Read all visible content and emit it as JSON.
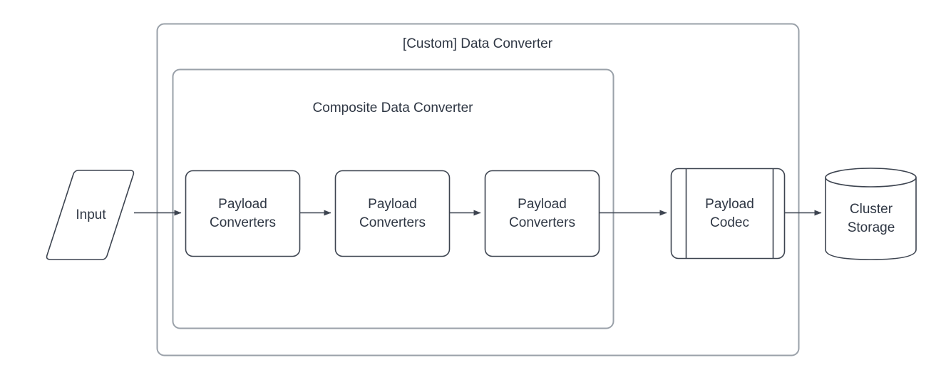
{
  "diagram": {
    "title_outer": "[Custom] Data Converter",
    "title_inner": "Composite Data Converter",
    "colors": {
      "container_stroke": "#9aa1a9",
      "shape_stroke": "#3d4450",
      "text": "#2f3744",
      "arrow": "#3d4450",
      "background": "#ffffff"
    },
    "nodes": {
      "input": {
        "label": "Input",
        "shape": "parallelogram"
      },
      "converter1": {
        "label": "Payload\nConverters",
        "shape": "rounded-rectangle"
      },
      "converter2": {
        "label": "Payload\nConverters",
        "shape": "rounded-rectangle"
      },
      "converter3": {
        "label": "Payload\nConverters",
        "shape": "rounded-rectangle"
      },
      "codec": {
        "label": "Payload\nCodec",
        "shape": "subroutine"
      },
      "storage": {
        "label": "Cluster\nStorage",
        "shape": "cylinder"
      }
    },
    "edges": [
      {
        "from": "input",
        "to": "converter1",
        "arrow": "solid"
      },
      {
        "from": "converter1",
        "to": "converter2",
        "arrow": "solid"
      },
      {
        "from": "converter2",
        "to": "converter3",
        "arrow": "solid"
      },
      {
        "from": "converter3",
        "to": "codec",
        "arrow": "solid"
      },
      {
        "from": "codec",
        "to": "storage",
        "arrow": "solid"
      }
    ]
  }
}
